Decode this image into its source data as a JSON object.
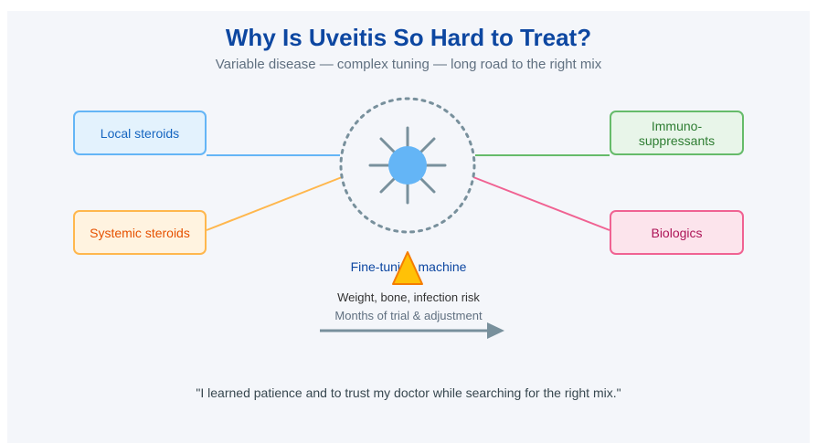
{
  "title": "Why Is Uveitis So Hard to Treat?",
  "subtitle": "Variable disease — complex tuning — long road to the right mix",
  "treatments": {
    "local_steroids": "Local steroids",
    "systemic_steroids": "Systemic steroids",
    "immunosuppressants": "Immuno-suppressants",
    "biologics": "Biologics"
  },
  "center": {
    "machine_label": "Fine-tuning machine",
    "risk_label": "Weight, bone, infection risk",
    "timeline_label": "Months of trial & adjustment"
  },
  "quote": "\"I learned patience and to trust my doctor while searching for the right mix.\"",
  "colors": {
    "title": "#0d47a1",
    "local": "#64b5f6",
    "systemic": "#ffb74d",
    "immuno": "#66bb6a",
    "biologics": "#f06292",
    "warning": "#ffc107",
    "dial": "#78909c"
  },
  "icons": [
    "sun-icon",
    "warning-triangle-icon",
    "arrow-right-icon"
  ]
}
